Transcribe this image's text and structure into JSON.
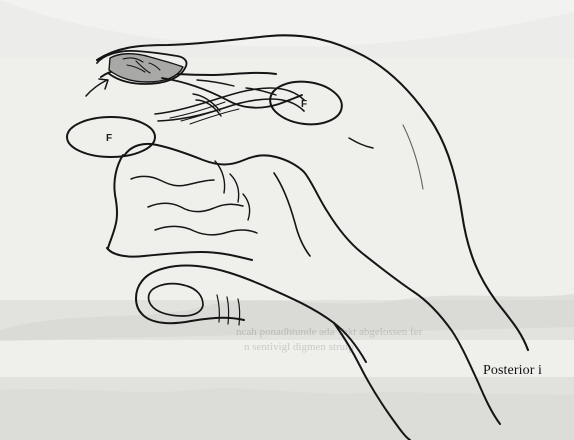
{
  "caption": "Posterior i",
  "force_labels": [
    "F",
    "F"
  ],
  "figure": {
    "subject": "hand-diagram",
    "colors": {
      "ink": "#151515",
      "paper": "#eeeeeb",
      "shadow_band": "#d4d4d1"
    }
  }
}
